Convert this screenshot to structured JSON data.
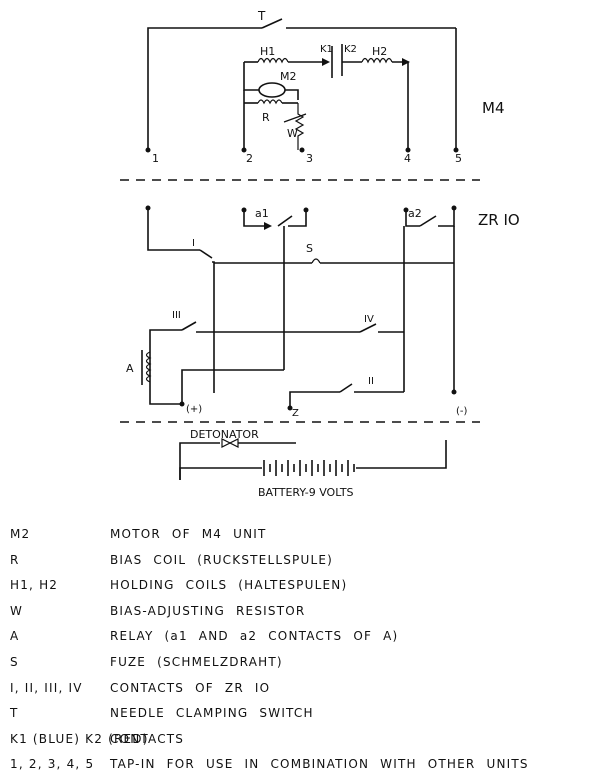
{
  "diagram": {
    "unit_top": "M4",
    "unit_bottom": "ZR IO",
    "switch_T": "T",
    "coil_H1": "H1",
    "coil_H2": "H2",
    "contact_K1": "K1",
    "contact_K2": "K2",
    "motor_M2": "M2",
    "coil_R": "R",
    "resistor_W": "W",
    "terminals": [
      "1",
      "2",
      "3",
      "4",
      "5"
    ],
    "contact_a1": "a1",
    "contact_a2": "a2",
    "contact_I": "I",
    "contact_II": "II",
    "contact_III": "III",
    "contact_IV": "IV",
    "fuze_S": "S",
    "relay_A": "A",
    "plus": "(+)",
    "minus": "(-)",
    "z_label": "Z",
    "detonator": "DETONATOR",
    "battery": "BATTERY-9 VOLTS"
  },
  "legend": [
    {
      "key": "M2",
      "value": "MOTOR OF M4 UNIT"
    },
    {
      "key": "R",
      "value": "BIAS COIL (RUCKSTELLSPULE)"
    },
    {
      "key": "H1, H2",
      "value": "HOLDING COILS (HALTESPULEN)"
    },
    {
      "key": "W",
      "value": "BIAS-ADJUSTING RESISTOR"
    },
    {
      "key": "A",
      "value": "RELAY (a1 AND a2 CONTACTS OF A)"
    },
    {
      "key": "S",
      "value": "FUZE (SCHMELZDRAHT)"
    },
    {
      "key": "I, II, III, IV",
      "value": "CONTACTS OF ZR IO"
    },
    {
      "key": "T",
      "value": "NEEDLE CLAMPING SWITCH"
    },
    {
      "key": "K1 (BLUE) K2 (RED)",
      "value": "CONTACTS"
    },
    {
      "key": "1, 2, 3, 4, 5",
      "value": "TAP-IN FOR USE IN COMBINATION WITH OTHER UNITS"
    }
  ]
}
